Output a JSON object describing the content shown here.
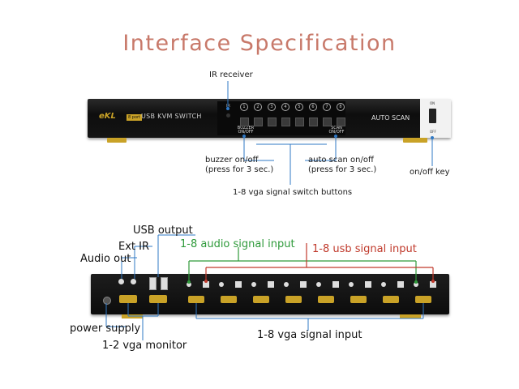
{
  "title": "Interface Specification",
  "front_panel": {
    "brand": "eKL",
    "model_badge": "8 port",
    "model_text": "USB KVM SWITCH",
    "ir_label": "IR",
    "port_numbers": [
      "1",
      "2",
      "3",
      "4",
      "5",
      "6",
      "7",
      "8"
    ],
    "buzzer_text": "BUZZER ON/OFF",
    "scan_text": "SCAN ON/OFF",
    "auto_scan": "AUTO SCAN",
    "switch_on": "ON",
    "switch_off": "OFF"
  },
  "front_callouts": {
    "ir_receiver": "IR receiver",
    "buzzer_line1": "buzzer on/off",
    "buzzer_line2": "(press for 3 sec.)",
    "autoscan_line1": "auto scan on/off",
    "autoscan_line2": "(press for 3 sec.)",
    "onoff_key": "on/off key",
    "switch_buttons": "1-8 vga signal switch buttons"
  },
  "rear_callouts": {
    "usb_output": "USB output",
    "ext_ir": "Ext IR",
    "audio_out": "Audio out",
    "audio_input": "1-8 audio signal input",
    "usb_input": "1-8 usb signal input",
    "power_supply": "power supply",
    "vga_monitor": "1-2 vga monitor",
    "vga_input": "1-8 vga signal input"
  },
  "colors": {
    "title": "#c8796a",
    "device_body": "#151515",
    "callout_line": "#2f78c4",
    "audio_green": "#2e9a3a",
    "usb_red": "#c0392b",
    "gold": "#c9a227"
  }
}
